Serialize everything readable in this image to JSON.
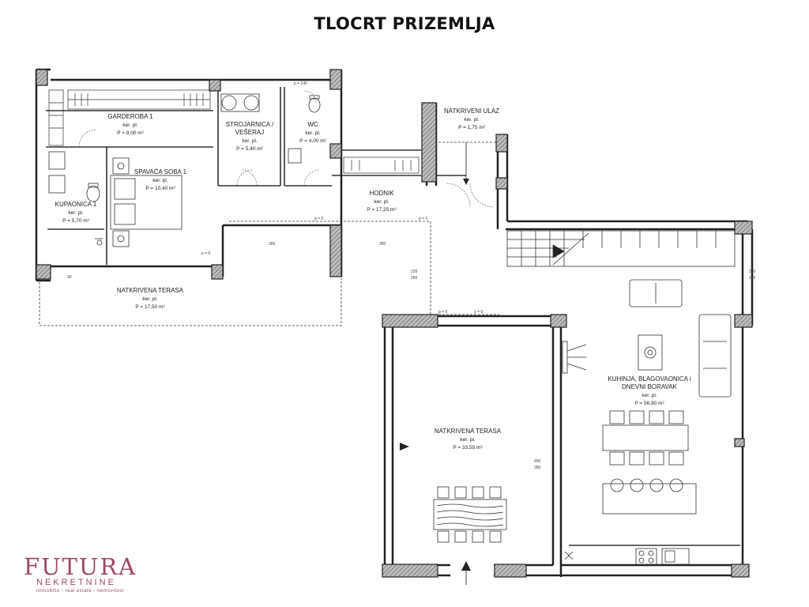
{
  "title": "TLOCRT PRIZEMLJA",
  "rooms": {
    "garderoba": {
      "name": "GARDEROBA 1",
      "material": "ker. pl.",
      "area": "P = 8,00 m²"
    },
    "strojarnica": {
      "name": "STROJARNICA /",
      "name2": "VEŠERAJ",
      "material": "ker. pl.",
      "area": "P = 5,40 m²"
    },
    "wc": {
      "name": "WC",
      "material": "ker. pl.",
      "area": "P = 4,00 m²"
    },
    "ulaz": {
      "name": "NATKRIVENI ULAZ",
      "material": "ker. pl.",
      "area": "P = 1,75 m²"
    },
    "spavaca": {
      "name": "SPAVAĆA SOBA 1",
      "material": "ker. pl.",
      "area": "P = 10,40 m²"
    },
    "kupaonica": {
      "name": "KUPAONICA 1",
      "material": "ker. pl.",
      "area": "P = 5,70 m²"
    },
    "hodnik": {
      "name": "HODNIK",
      "material": "ker. pl.",
      "area": "P = 17,25 m²"
    },
    "terasa1": {
      "name": "NATKRIVENA TERASA",
      "material": "ker. pl.",
      "area": "P = 17,50 m²"
    },
    "terasa2": {
      "name": "NATKRIVENA TERASA",
      "material": "ker. pl.",
      "area": "P = 33,55 m²"
    },
    "kuhinja": {
      "name": "KUHINJA, BLAGOVAONICA i",
      "name2": "DNEVNI BORAVAK",
      "material": "ker. pl.",
      "area": "P = 56,90 m²"
    }
  },
  "dims": {
    "d1": "p = 140",
    "d2": "p = 0",
    "d3": "380",
    "d4": "220",
    "d5": "260",
    "d6": "280",
    "d7": "90",
    "d8": "450",
    "d9": "230"
  },
  "logo": {
    "word": "FUTURA",
    "sub": "NEKRETNINE",
    "tag": "immobilie - real estate - nemovitost"
  },
  "colors": {
    "wall": "#222222",
    "hatch": "#888888",
    "brand": "#9a4a6a"
  }
}
